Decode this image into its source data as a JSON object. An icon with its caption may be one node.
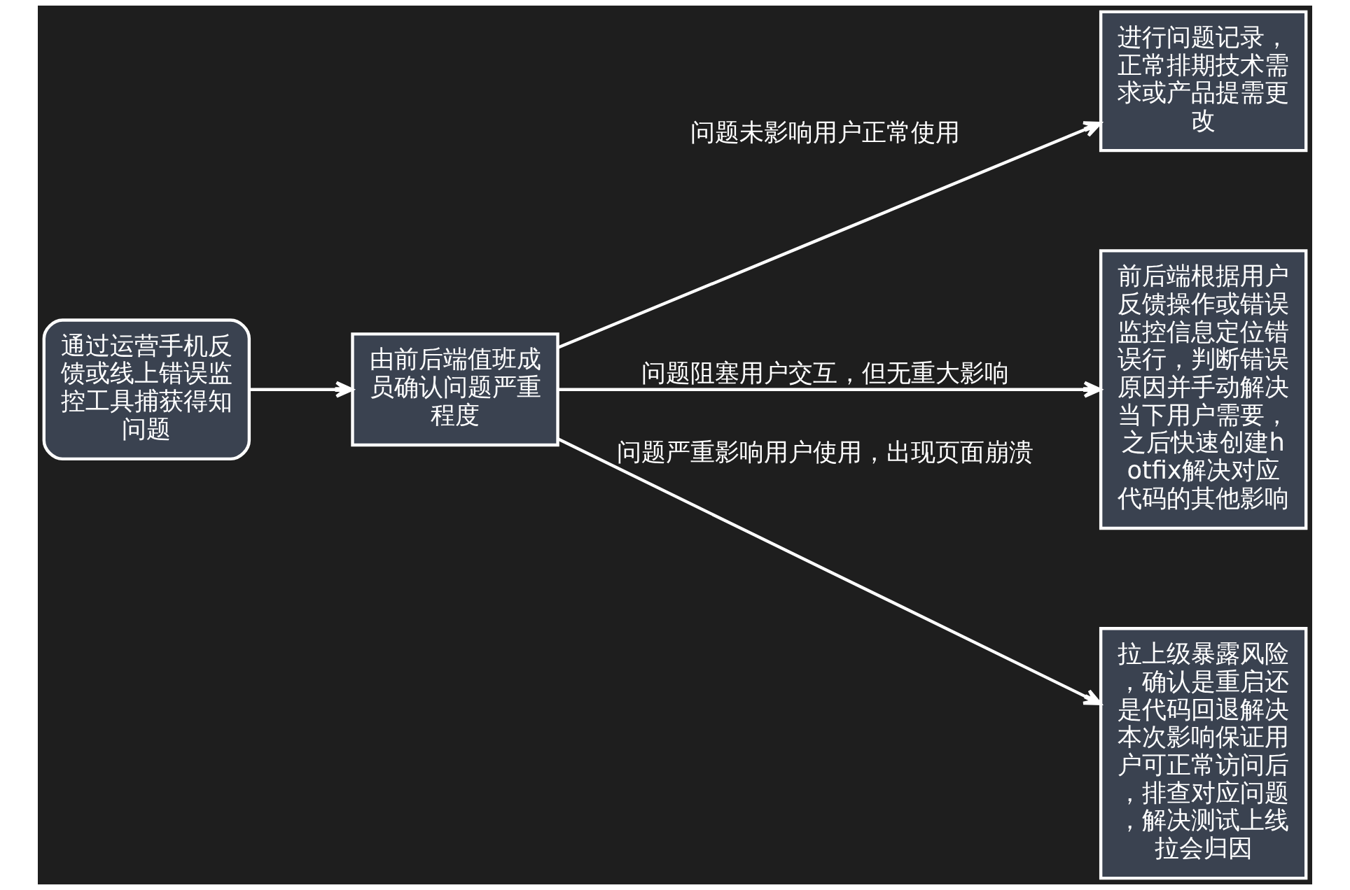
{
  "diagram": {
    "nodes": [
      {
        "text": [
          "通过运营手机反馈或线上错误监控工具捕获得知问题"
        ]
      },
      {
        "text": [
          "由前后端值班成员确认问题严重程度"
        ]
      },
      {
        "text": [
          "进行问题记录，正常排期技术需求或产品提需更改"
        ]
      },
      {
        "text": [
          "前后端根据用户反馈操作或错误监控信息定位错误行，判断错误原因并手动解决当下用户需要，之后快速创建hotfix解决对应代码的其他影响"
        ]
      },
      {
        "text": [
          "拉上级暴露风险，确认是重启还是代码回退解决本次影响保证用户可正常访问后，排查对应问题，解决测试上线拉会归因"
        ]
      }
    ],
    "edges": [
      {
        "from": 0,
        "to": 1,
        "arrow": "to"
      },
      {
        "from": 1,
        "to": 2,
        "arrow": "to",
        "label": "问题未影响用户正常使用"
      },
      {
        "from": 1,
        "to": 3,
        "arrow": "to",
        "label": "问题阻塞用户交互，但无重大影响"
      },
      {
        "from": 1,
        "to": 4,
        "arrow": "to",
        "label": "问题严重影响用户使用，出现页面崩溃"
      }
    ]
  }
}
